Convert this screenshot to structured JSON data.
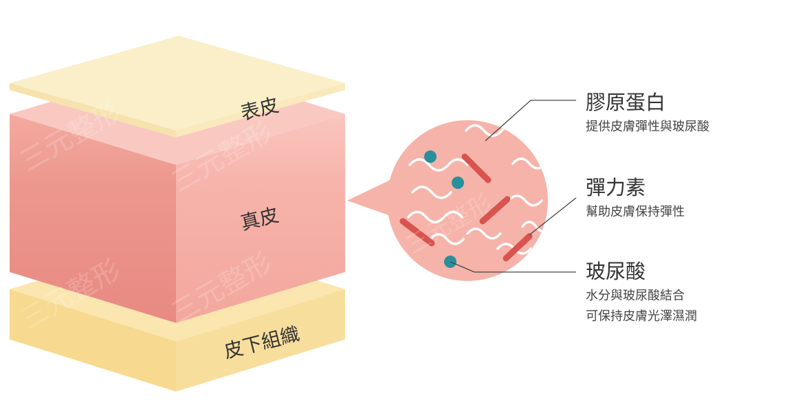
{
  "layers": {
    "epidermis": "表皮",
    "dermis": "真皮",
    "subcutaneous": "皮下組織"
  },
  "callouts": [
    {
      "title": "膠原蛋白",
      "desc": [
        "提供皮膚彈性與玻尿酸"
      ]
    },
    {
      "title": "彈力素",
      "desc": [
        "幫助皮膚保持彈性"
      ]
    },
    {
      "title": "玻尿酸",
      "desc": [
        "水分與玻尿酸結合",
        "可保持皮膚光澤濕潤"
      ]
    }
  ],
  "watermark": "三元整形",
  "colors": {
    "epidermis_top": "#fbefc9",
    "epidermis_side": "#f8e6b8",
    "dermis_top": "#f9c9c1",
    "dermis_front_light": "#f4aaa0",
    "dermis_front_dark": "#e88e85",
    "dermis_right": "#f6bab2",
    "subq_top": "#fbe6b0",
    "subq_side": "#f7d98f",
    "magnifier": "#f6b3a9",
    "elastin": "#d9534f",
    "hyaluronic": "#2a8f9c",
    "leader": "#444444"
  }
}
